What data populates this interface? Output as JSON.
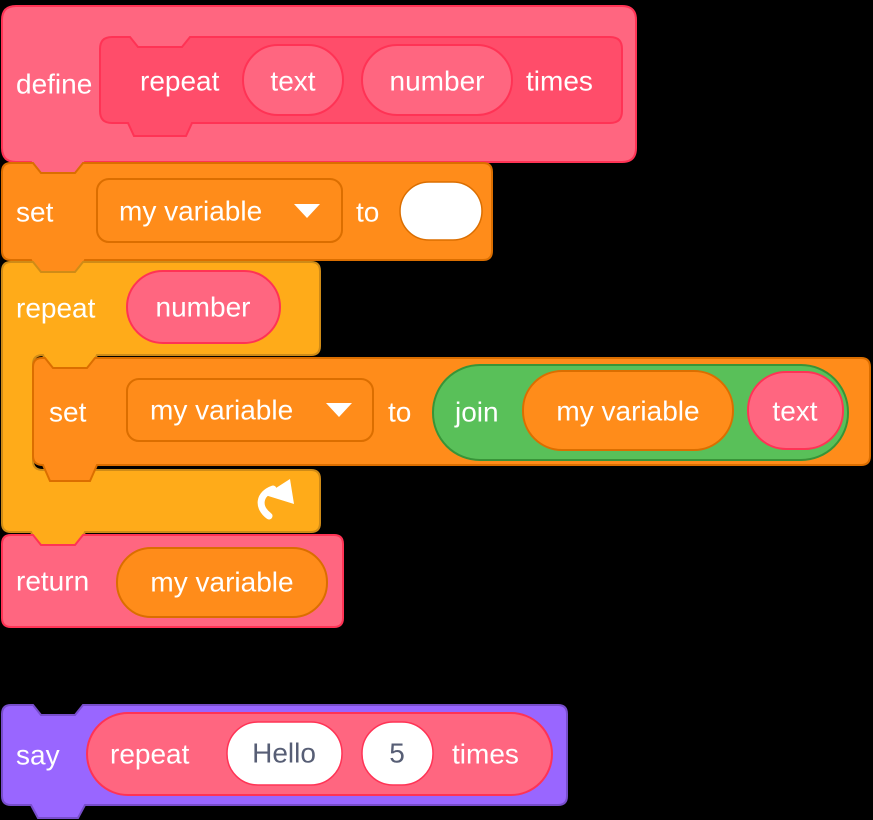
{
  "background_color": "#000000",
  "palette": {
    "my_blocks_fill": "#FF6680",
    "my_blocks_prototype_fill": "#FF4D6A",
    "my_blocks_stroke": "#FF3355",
    "variables_fill": "#FF8C1A",
    "variables_stroke": "#DB6E00",
    "control_fill": "#FFAB19",
    "control_stroke": "#CF8B17",
    "operators_fill": "#59C059",
    "operators_stroke": "#389438",
    "looks_fill": "#9966FF",
    "looks_stroke": "#774DCB",
    "label_text": "#FFFFFF",
    "input_text": "#575E75",
    "input_fill": "#FFFFFF"
  },
  "icons": {
    "dropdown_arrow": "dropdown-arrow-icon",
    "loop_arrow": "loop-arrow-icon"
  },
  "define_stack": {
    "define_block": {
      "keyword": "define"
    },
    "prototype": {
      "name": "repeat",
      "param_text": "text",
      "param_number": "number",
      "suffix": "times"
    },
    "set_block": {
      "keyword": "set",
      "variable": "my variable",
      "to": "to",
      "value": ""
    },
    "repeat_block": {
      "keyword": "repeat",
      "count": "number"
    },
    "inner_set_block": {
      "keyword": "set",
      "variable": "my variable",
      "to": "to"
    },
    "join_block": {
      "keyword": "join",
      "arg1": "my variable",
      "arg2": "text"
    },
    "return_block": {
      "keyword": "return",
      "value": "my variable"
    }
  },
  "say_stack": {
    "say_block": {
      "keyword": "say"
    },
    "call_block": {
      "name": "repeat",
      "arg1": "Hello",
      "arg2": "5",
      "suffix": "times"
    }
  }
}
